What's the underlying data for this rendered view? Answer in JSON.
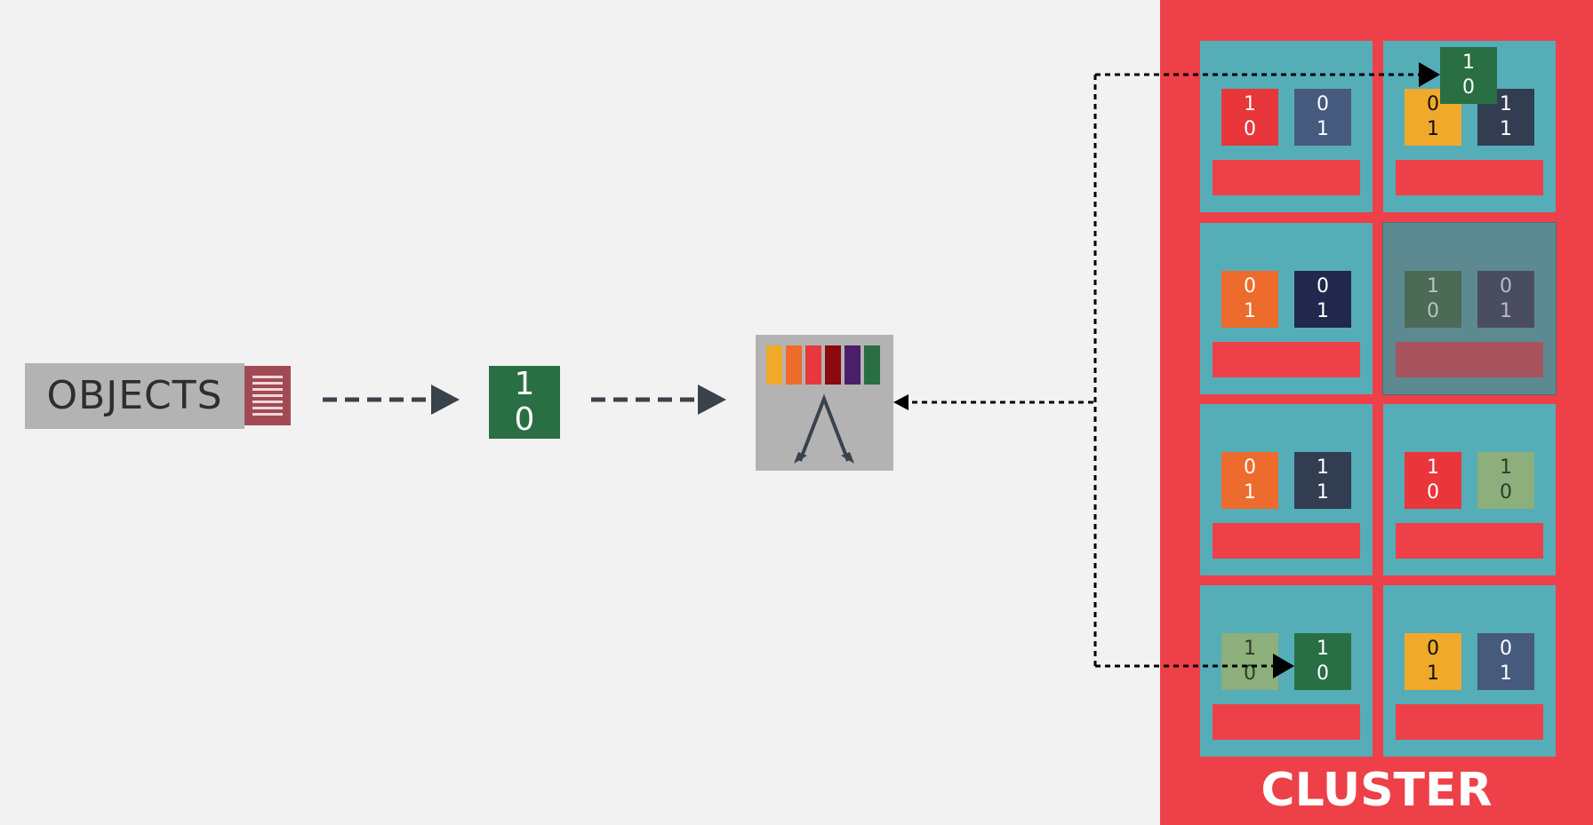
{
  "objects": {
    "label": "OBJECTS",
    "icon": "stacked-objects-icon"
  },
  "incoming_object": {
    "top": "1",
    "bottom": "0",
    "color": "#2a6e43"
  },
  "hash_function": {
    "icon": "hash-ring-icon",
    "bar_colors": [
      "#f0a92b",
      "#ed6b2c",
      "#e8383d",
      "#8a0a0f",
      "#4b1f6b",
      "#2a6e43"
    ]
  },
  "cluster": {
    "title": "CLUSTER",
    "nodes": [
      {
        "failed": false,
        "objects": [
          {
            "top": "1",
            "bottom": "0",
            "color": "#e8363b",
            "text": "#ffffff"
          },
          {
            "top": "0",
            "bottom": "1",
            "color": "#455a7d",
            "text": "#ffffff"
          }
        ]
      },
      {
        "failed": false,
        "objects": [
          {
            "top": "0",
            "bottom": "1",
            "color": "#f0a92b",
            "text": "#111111"
          },
          {
            "top": "1",
            "bottom": "1",
            "color": "#333d52",
            "text": "#ffffff"
          }
        ]
      },
      {
        "failed": false,
        "objects": [
          {
            "top": "0",
            "bottom": "1",
            "color": "#ed6b2c",
            "text": "#ffffff"
          },
          {
            "top": "0",
            "bottom": "1",
            "color": "#22284d",
            "text": "#ffffff"
          }
        ]
      },
      {
        "failed": true,
        "objects": [
          {
            "top": "1",
            "bottom": "0",
            "color": "#4c6a55",
            "text": "#b7c4bb"
          },
          {
            "top": "0",
            "bottom": "1",
            "color": "#4a4d60",
            "text": "#b7bac6"
          }
        ]
      },
      {
        "failed": false,
        "objects": [
          {
            "top": "0",
            "bottom": "1",
            "color": "#ed6b2c",
            "text": "#ffffff"
          },
          {
            "top": "1",
            "bottom": "1",
            "color": "#333d52",
            "text": "#ffffff"
          }
        ]
      },
      {
        "failed": false,
        "objects": [
          {
            "top": "1",
            "bottom": "0",
            "color": "#e8363b",
            "text": "#ffffff"
          },
          {
            "top": "1",
            "bottom": "0",
            "color": "#8caf7b",
            "text": "#2e3b2a"
          }
        ]
      },
      {
        "failed": false,
        "objects": [
          {
            "top": "1",
            "bottom": "0",
            "color": "#8caf7b",
            "text": "#2e3b2a"
          },
          {
            "top": "1",
            "bottom": "0",
            "color": "#2a6e43",
            "text": "#ffffff"
          }
        ]
      },
      {
        "failed": false,
        "objects": [
          {
            "top": "0",
            "bottom": "1",
            "color": "#f0a92b",
            "text": "#111111"
          },
          {
            "top": "0",
            "bottom": "1",
            "color": "#455a7d",
            "text": "#ffffff"
          }
        ]
      }
    ],
    "replica": {
      "top": "1",
      "bottom": "0",
      "color": "#2a6e43",
      "text": "#ffffff"
    }
  }
}
